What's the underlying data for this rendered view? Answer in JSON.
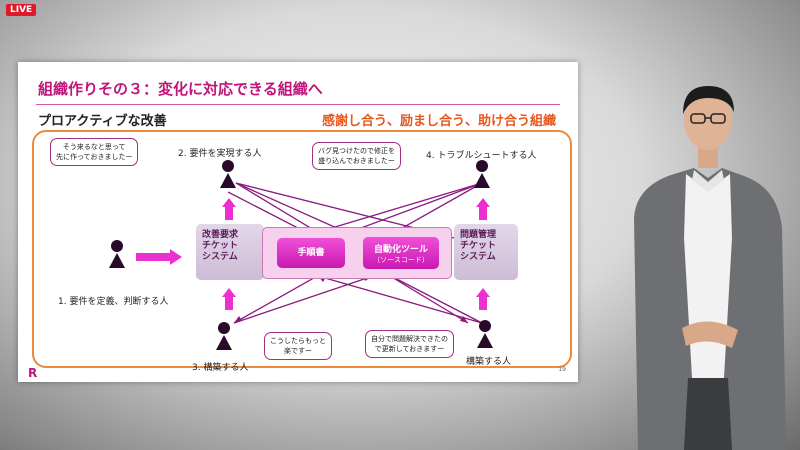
{
  "badge": {
    "label": "LIVE"
  },
  "slide": {
    "title": "組織作りその３：変化に対応できる組織へ",
    "subtitle": "プロアクティブな改善",
    "slogan": "感謝し合う、励まし合う、助け合う組織",
    "page_number": "19",
    "logo_letter": "R"
  },
  "roles": {
    "r1": "1. 要件を定義、判断する人",
    "r2": "2. 要件を実現する人",
    "r3": "3. 構築する人",
    "r3b": "構築する人",
    "r4": "4. トラブルシュートする人"
  },
  "bubbles": {
    "b1_line1": "そう来るなと思って",
    "b1_line2": "先に作っておきましたー",
    "b2_line1": "バグ見つけたので修正を",
    "b2_line2": "盛り込んでおきましたー",
    "b3_line1": "こうしたらもっと",
    "b3_line2": "楽ですー",
    "b4_line1": "自分で問題解決できたの",
    "b4_line2": "で更新しておきますー"
  },
  "systems": {
    "left_line1": "改善要求",
    "left_line2": "チケット",
    "left_line3": "システム",
    "right_line1": "問題管理",
    "right_line2": "チケット",
    "right_line3": "システム"
  },
  "center": {
    "procedure": "手順書",
    "automation": "自動化ツール",
    "automation_sub": "（ソースコード）"
  },
  "colors": {
    "accent": "#c0147a",
    "arrow": "#ec2fd1",
    "frame": "#ee8a3c",
    "slogan": "#e8561c"
  }
}
